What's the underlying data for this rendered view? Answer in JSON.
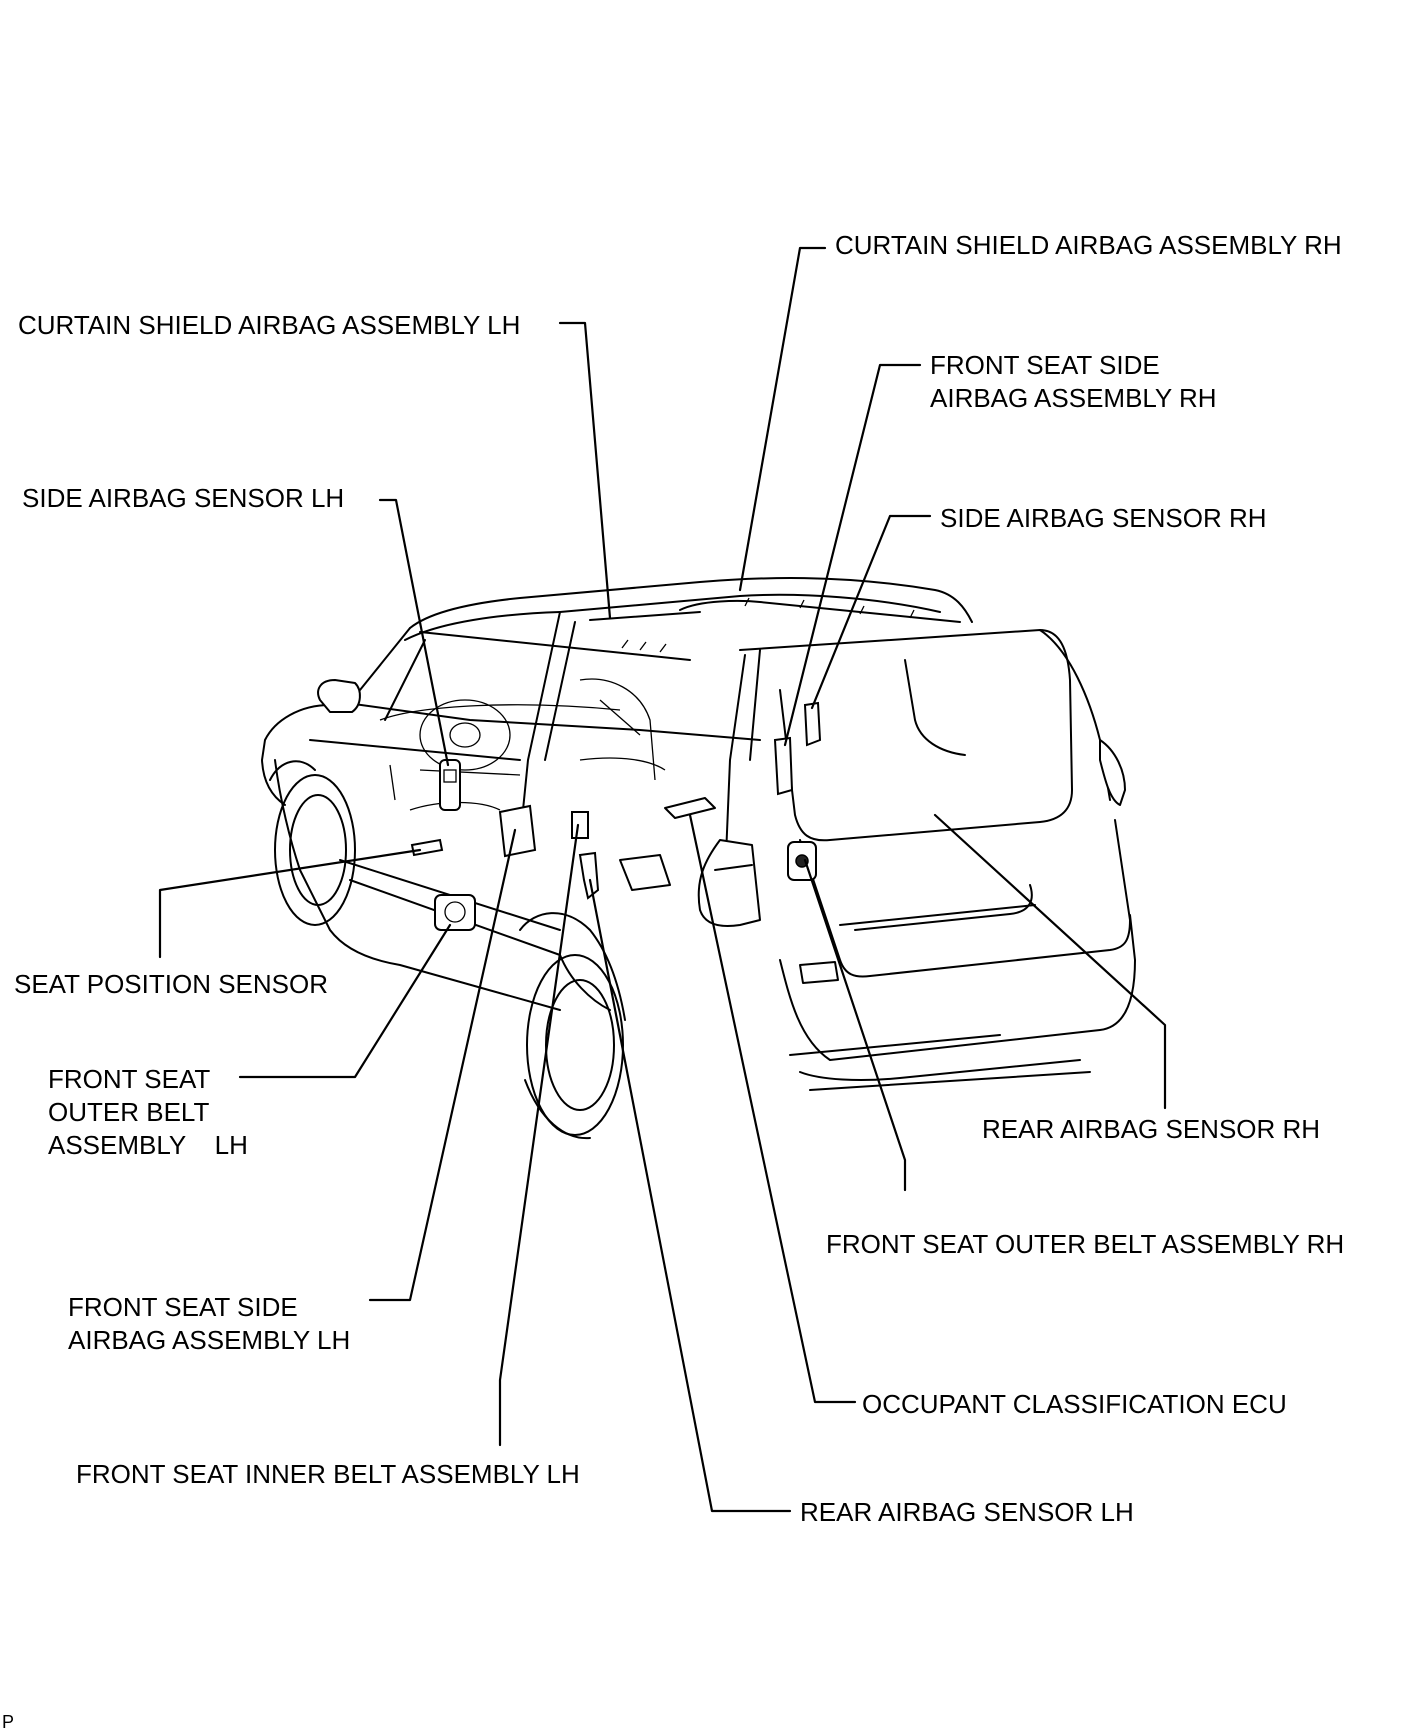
{
  "labels": {
    "curtain_rh": "CURTAIN SHIELD AIRBAG ASSEMBLY  RH",
    "curtain_lh": "CURTAIN SHIELD AIRBAG ASSEMBLY  LH",
    "front_side_rh_1": "FRONT SEAT SIDE",
    "front_side_rh_2": "AIRBAG ASSEMBLY RH",
    "side_sensor_lh": "SIDE AIRBAG SENSOR  LH",
    "side_sensor_rh": "SIDE AIRBAG SENSOR RH",
    "seat_position": "SEAT POSITION SENSOR",
    "outer_belt_lh_1": "FRONT SEAT",
    "outer_belt_lh_2": "OUTER BELT",
    "outer_belt_lh_3": "ASSEMBLY    LH",
    "rear_sensor_rh": "REAR AIRBAG SENSOR  RH",
    "outer_belt_rh": "FRONT SEAT OUTER BELT ASSEMBLY RH",
    "front_side_lh_1": "FRONT SEAT SIDE",
    "front_side_lh_2": "AIRBAG ASSEMBLY  LH",
    "occupant_ecu": "OCCUPANT CLASSIFICATION ECU",
    "inner_belt_lh": "FRONT SEAT INNER BELT ASSEMBLY LH",
    "rear_sensor_lh": "REAR AIRBAG SENSOR  LH",
    "corner_mark": "P"
  }
}
